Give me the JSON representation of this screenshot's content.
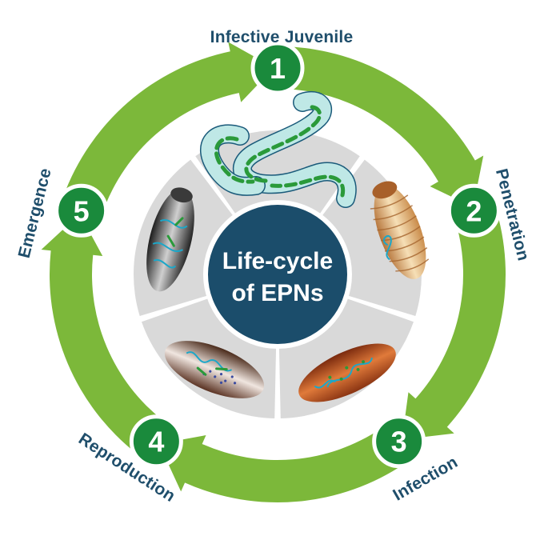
{
  "center": {
    "line1": "Life-cycle",
    "line2": "of EPNs"
  },
  "stages": [
    {
      "number": "1",
      "label": "Infective Juvenile"
    },
    {
      "number": "2",
      "label": "Penetration"
    },
    {
      "number": "3",
      "label": "Infection"
    },
    {
      "number": "4",
      "label": "Reproduction"
    },
    {
      "number": "5",
      "label": "Emergence"
    }
  ],
  "colors": {
    "arrow_green": "#7cb83a",
    "badge_green": "#1a8a3c",
    "center_navy": "#1b4d6b",
    "label_navy": "#1f4e6b",
    "sector_gray": "#d9d9d9"
  }
}
